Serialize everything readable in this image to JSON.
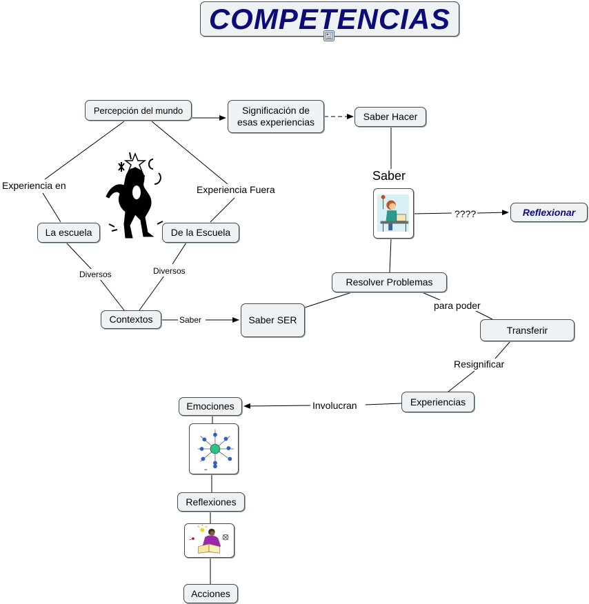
{
  "title": "COMPETENCIAS",
  "nodes": {
    "percepcion": "Percepción del mundo",
    "significacion": "Significación de esas experiencias",
    "saber_hacer": "Saber Hacer",
    "la_escuela": "La escuela",
    "de_la_escuela": "De la Escuela",
    "contextos": "Contextos",
    "saber_ser": "Saber SER",
    "resolver": "Resolver Problemas",
    "reflexionar": "Reflexionar",
    "transferir": "Transferir",
    "experiencias": "Experiencias",
    "emociones": "Emociones",
    "reflexiones": "Reflexiones",
    "acciones": "Acciones"
  },
  "labels": {
    "experiencia_en": "Experiencia en",
    "experiencia_fuera": "Experiencia Fuera",
    "diversos_left": "Diversos",
    "diversos_right": "Diversos",
    "saber_ctx": "Saber",
    "saber_top": "Saber",
    "interrogantes": "????",
    "para_poder": "para poder",
    "resignificar": "Resignificar",
    "involucran": "Involucran"
  },
  "icons": {
    "note": "note-icon",
    "dancer": "dancing-figure-icon",
    "student": "student-at-desk-icon",
    "network": "network-diagram-icon",
    "reader": "reading-student-icon"
  },
  "colors": {
    "title": "#0b0b7a",
    "node_fill": "#eef2f5",
    "node_border": "#4a4a4a",
    "edge": "#000000"
  }
}
